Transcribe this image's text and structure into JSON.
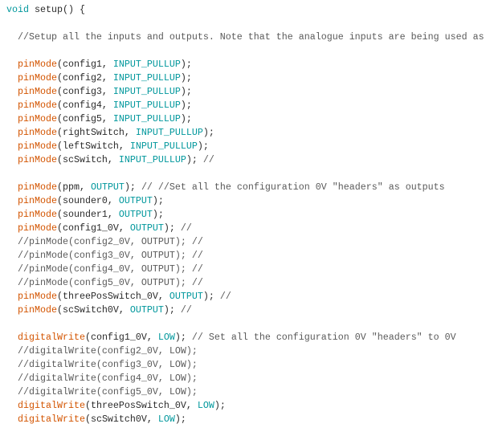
{
  "colors": {
    "function": "#D35400",
    "constant": "#00979C",
    "comment": "#5a5a5a",
    "text": "#2b2b2b"
  },
  "lines": [
    [
      [
        "c",
        "void"
      ],
      [
        "p",
        " setup() {"
      ]
    ],
    [],
    [
      [
        "cm",
        "  //Setup all the inputs and outputs. Note that the analogue inputs are being used as"
      ]
    ],
    [],
    [
      [
        "p",
        "  "
      ],
      [
        "k",
        "pinMode"
      ],
      [
        "p",
        "(config1, "
      ],
      [
        "c",
        "INPUT_PULLUP"
      ],
      [
        "p",
        ");"
      ]
    ],
    [
      [
        "p",
        "  "
      ],
      [
        "k",
        "pinMode"
      ],
      [
        "p",
        "(config2, "
      ],
      [
        "c",
        "INPUT_PULLUP"
      ],
      [
        "p",
        ");"
      ]
    ],
    [
      [
        "p",
        "  "
      ],
      [
        "k",
        "pinMode"
      ],
      [
        "p",
        "(config3, "
      ],
      [
        "c",
        "INPUT_PULLUP"
      ],
      [
        "p",
        ");"
      ]
    ],
    [
      [
        "p",
        "  "
      ],
      [
        "k",
        "pinMode"
      ],
      [
        "p",
        "(config4, "
      ],
      [
        "c",
        "INPUT_PULLUP"
      ],
      [
        "p",
        ");"
      ]
    ],
    [
      [
        "p",
        "  "
      ],
      [
        "k",
        "pinMode"
      ],
      [
        "p",
        "(config5, "
      ],
      [
        "c",
        "INPUT_PULLUP"
      ],
      [
        "p",
        ");"
      ]
    ],
    [
      [
        "p",
        "  "
      ],
      [
        "k",
        "pinMode"
      ],
      [
        "p",
        "(rightSwitch, "
      ],
      [
        "c",
        "INPUT_PULLUP"
      ],
      [
        "p",
        ");"
      ]
    ],
    [
      [
        "p",
        "  "
      ],
      [
        "k",
        "pinMode"
      ],
      [
        "p",
        "(leftSwitch, "
      ],
      [
        "c",
        "INPUT_PULLUP"
      ],
      [
        "p",
        ");"
      ]
    ],
    [
      [
        "p",
        "  "
      ],
      [
        "k",
        "pinMode"
      ],
      [
        "p",
        "(scSwitch, "
      ],
      [
        "c",
        "INPUT_PULLUP"
      ],
      [
        "p",
        "); "
      ],
      [
        "cm",
        "//"
      ]
    ],
    [],
    [
      [
        "p",
        "  "
      ],
      [
        "k",
        "pinMode"
      ],
      [
        "p",
        "(ppm, "
      ],
      [
        "c",
        "OUTPUT"
      ],
      [
        "p",
        "); "
      ],
      [
        "cm",
        "// //Set all the configuration 0V \"headers\" as outputs"
      ]
    ],
    [
      [
        "p",
        "  "
      ],
      [
        "k",
        "pinMode"
      ],
      [
        "p",
        "(sounder0, "
      ],
      [
        "c",
        "OUTPUT"
      ],
      [
        "p",
        ");"
      ]
    ],
    [
      [
        "p",
        "  "
      ],
      [
        "k",
        "pinMode"
      ],
      [
        "p",
        "(sounder1, "
      ],
      [
        "c",
        "OUTPUT"
      ],
      [
        "p",
        ");"
      ]
    ],
    [
      [
        "p",
        "  "
      ],
      [
        "k",
        "pinMode"
      ],
      [
        "p",
        "(config1_0V, "
      ],
      [
        "c",
        "OUTPUT"
      ],
      [
        "p",
        "); "
      ],
      [
        "cm",
        "//"
      ]
    ],
    [
      [
        "cm",
        "  //pinMode(config2_0V, OUTPUT); //"
      ]
    ],
    [
      [
        "cm",
        "  //pinMode(config3_0V, OUTPUT); //"
      ]
    ],
    [
      [
        "cm",
        "  //pinMode(config4_0V, OUTPUT); //"
      ]
    ],
    [
      [
        "cm",
        "  //pinMode(config5_0V, OUTPUT); //"
      ]
    ],
    [
      [
        "p",
        "  "
      ],
      [
        "k",
        "pinMode"
      ],
      [
        "p",
        "(threePosSwitch_0V, "
      ],
      [
        "c",
        "OUTPUT"
      ],
      [
        "p",
        "); "
      ],
      [
        "cm",
        "//"
      ]
    ],
    [
      [
        "p",
        "  "
      ],
      [
        "k",
        "pinMode"
      ],
      [
        "p",
        "(scSwitch0V, "
      ],
      [
        "c",
        "OUTPUT"
      ],
      [
        "p",
        "); "
      ],
      [
        "cm",
        "//"
      ]
    ],
    [],
    [
      [
        "p",
        "  "
      ],
      [
        "k",
        "digitalWrite"
      ],
      [
        "p",
        "(config1_0V, "
      ],
      [
        "c",
        "LOW"
      ],
      [
        "p",
        "); "
      ],
      [
        "cm",
        "// Set all the configuration 0V \"headers\" to 0V"
      ]
    ],
    [
      [
        "cm",
        "  //digitalWrite(config2_0V, LOW);"
      ]
    ],
    [
      [
        "cm",
        "  //digitalWrite(config3_0V, LOW);"
      ]
    ],
    [
      [
        "cm",
        "  //digitalWrite(config4_0V, LOW);"
      ]
    ],
    [
      [
        "cm",
        "  //digitalWrite(config5_0V, LOW);"
      ]
    ],
    [
      [
        "p",
        "  "
      ],
      [
        "k",
        "digitalWrite"
      ],
      [
        "p",
        "(threePosSwitch_0V, "
      ],
      [
        "c",
        "LOW"
      ],
      [
        "p",
        ");"
      ]
    ],
    [
      [
        "p",
        "  "
      ],
      [
        "k",
        "digitalWrite"
      ],
      [
        "p",
        "(scSwitch0V, "
      ],
      [
        "c",
        "LOW"
      ],
      [
        "p",
        ");"
      ]
    ]
  ]
}
